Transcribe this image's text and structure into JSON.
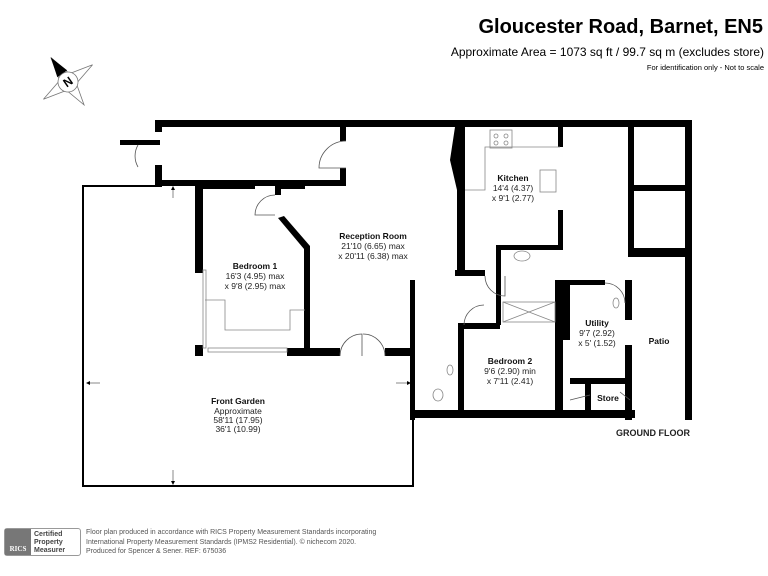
{
  "header": {
    "title": "Gloucester Road, Barnet, EN5",
    "area": "Approximate Area = 1073 sq ft / 99.7 sq m (excludes store)",
    "note": "For identification only - Not to scale"
  },
  "compass": {
    "letter": "N"
  },
  "rooms": {
    "reception": {
      "name": "Reception Room",
      "dim1": "21'10 (6.65) max",
      "dim2": "x 20'11 (6.38) max"
    },
    "bedroom1": {
      "name": "Bedroom 1",
      "dim1": "16'3 (4.95) max",
      "dim2": "x 9'8 (2.95) max"
    },
    "kitchen": {
      "name": "Kitchen",
      "dim1": "14'4 (4.37)",
      "dim2": "x 9'1 (2.77)"
    },
    "utility": {
      "name": "Utility",
      "dim1": "9'7 (2.92)",
      "dim2": "x 5' (1.52)"
    },
    "bedroom2": {
      "name": "Bedroom 2",
      "dim1": "9'6 (2.90) min",
      "dim2": "x 7'11 (2.41)"
    },
    "patio": {
      "name": "Patio"
    },
    "store": {
      "name": "Store"
    },
    "garden": {
      "name": "Front Garden",
      "dim0": "Approximate",
      "dim1": "58'11 (17.95)",
      "dim2": "36'1 (10.99)"
    }
  },
  "floor_label": "GROUND FLOOR",
  "footer": {
    "badge_line1": "Certified",
    "badge_line2": "Property",
    "badge_line3": "Measurer",
    "badge_logo": "RICS",
    "line1": "Floor plan produced in accordance with RICS Property Measurement Standards incorporating",
    "line2": "International Property Measurement Standards (IPMS2 Residential).  © nichecom 2020.",
    "line3": "Produced for  Spencer & Sener.   REF:  675036"
  }
}
